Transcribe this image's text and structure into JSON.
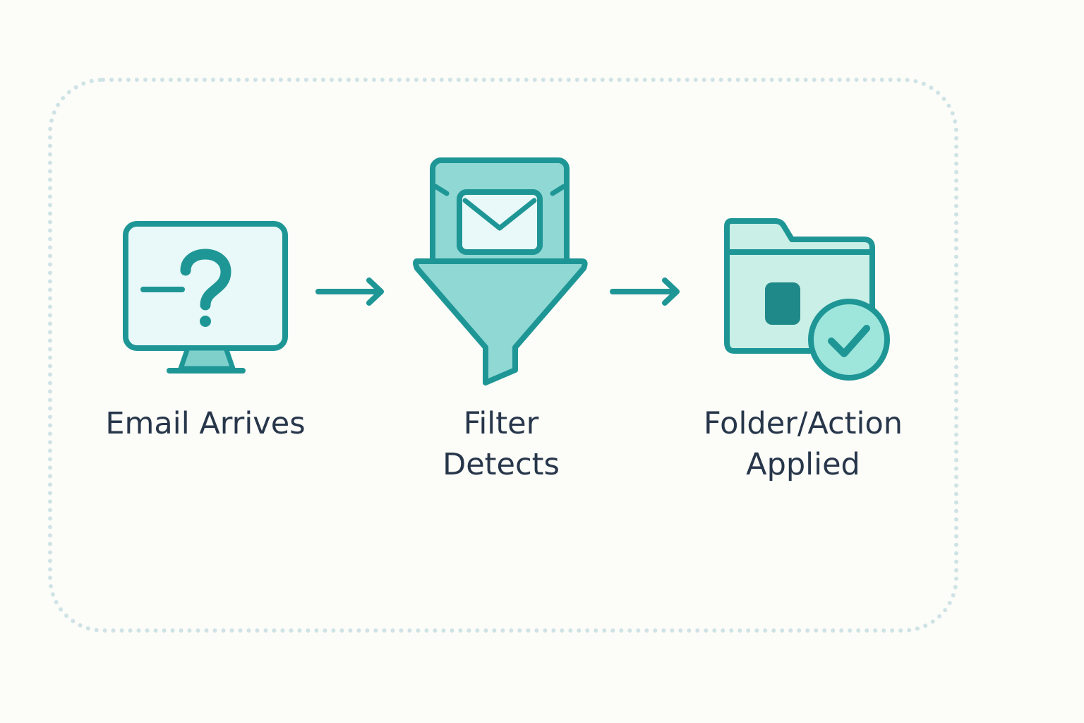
{
  "diagram": {
    "colors": {
      "background": "#fcfcf8",
      "frame_dots": "#cfe3e6",
      "stroke": "#1f9696",
      "fill_light": "#e9f8f8",
      "fill_mid": "#8fd8d4",
      "fill_folder": "#c9efe6",
      "fill_check": "#9ee6dc",
      "text": "#27364a"
    },
    "steps": [
      {
        "icon": "computer-question-icon",
        "label_lines": [
          "Email Arrives"
        ]
      },
      {
        "icon": "email-filter-funnel-icon",
        "label_lines": [
          "Filter",
          "Detects"
        ]
      },
      {
        "icon": "folder-check-icon",
        "label_lines": [
          "Folder/Action",
          "Applied"
        ]
      }
    ],
    "arrows": [
      "arrow-right-icon",
      "arrow-right-icon"
    ]
  }
}
